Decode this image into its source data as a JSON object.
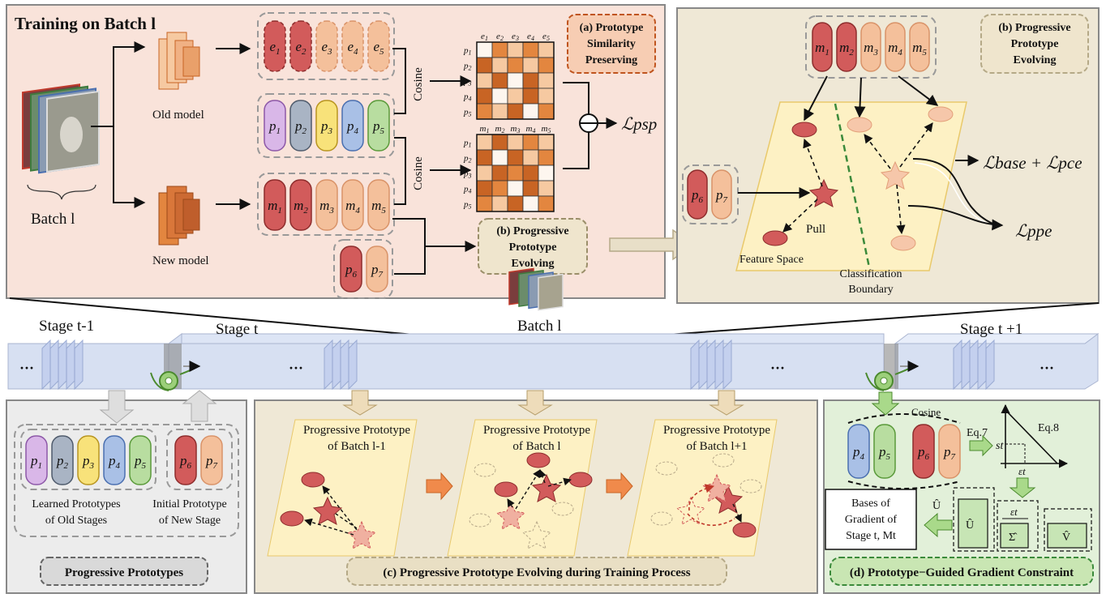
{
  "top_left": {
    "title": "Training on Batch l",
    "batch_label": "Batch l",
    "old_model_label": "Old model",
    "new_model_label": "New model",
    "cosine_label": "Cosine",
    "psp_box": "(a) Prototype Similarity Preserving",
    "ppe_box": "(b) Progressive Prototype Evolving",
    "loss_psp": "ℒpsp",
    "e_tokens": [
      "e1",
      "e2",
      "e3",
      "e4",
      "e5"
    ],
    "p_tokens": [
      "p1",
      "p2",
      "p3",
      "p4",
      "p5"
    ],
    "m_tokens": [
      "m1",
      "m2",
      "m3",
      "m4",
      "m5"
    ],
    "new_p_tokens": [
      "p6",
      "p7"
    ],
    "matrix1_cols": [
      "e1",
      "e2",
      "e3",
      "e4",
      "e5"
    ],
    "matrix2_cols": [
      "m1",
      "m2",
      "m3",
      "m4",
      "m5"
    ],
    "matrix_rows": [
      "p1",
      "p2",
      "p3",
      "p4",
      "p5"
    ]
  },
  "top_right": {
    "title": "(b) Progressive Prototype Evolving",
    "m_tokens": [
      "m1",
      "m2",
      "m3",
      "m4",
      "m5"
    ],
    "p_tokens": [
      "p6",
      "p7"
    ],
    "pull": "Pull",
    "feature_space": "Feature Space",
    "boundary": "Classification Boundary",
    "loss_base_pce": "ℒbase + ℒpce",
    "loss_ppe": "ℒppe"
  },
  "timeline": {
    "stage_prev": "Stage t-1",
    "stage_cur": "Stage t",
    "batch": "Batch l",
    "stage_next": "Stage t +1",
    "dots": "···"
  },
  "bottom_left": {
    "learned_caption": "Learned Prototypes of Old Stages",
    "initial_caption": "Initial Prototype of New Stage",
    "title": "Progressive Prototypes",
    "tokens": [
      "p1",
      "p2",
      "p3",
      "p4",
      "p5"
    ],
    "new_tokens": [
      "p6",
      "p7"
    ]
  },
  "bottom_mid": {
    "panel1": "Progressive Prototype of Batch l-1",
    "panel2": "Progressive Prototype of Batch l",
    "panel3": "Progressive Prototype of Batch l+1",
    "title": "(c) Progressive Prototype Evolving during Training Process"
  },
  "bottom_right": {
    "cosine": "Cosine",
    "eq7": "Eq.7",
    "eq8": "Eq.8",
    "s_t": "st",
    "eps_t": "εt",
    "bases": "Bases of Gradient of Stage t, Mt",
    "U_hat": "Û",
    "Sigma_hat": "Σ̂",
    "V_hat": "V̂",
    "title": "(d) Prototype−Guided Gradient Constraint",
    "tokens": [
      "p4",
      "p5",
      "p6",
      "p7"
    ]
  },
  "colors": {
    "top_left_bg": "#f9e3da",
    "top_right_bg": "#efe8d6",
    "bottom_left_bg": "#ececec",
    "bottom_mid_bg": "#efe8d6",
    "bottom_right_bg": "#e2f0d9",
    "red": "#d25b5b",
    "salmon": "#f4c09b",
    "orange_dark": "#c86424",
    "orange_mid": "#e3863f",
    "orange_light": "#f6c9a1",
    "timeline": "#d7e0f2"
  }
}
